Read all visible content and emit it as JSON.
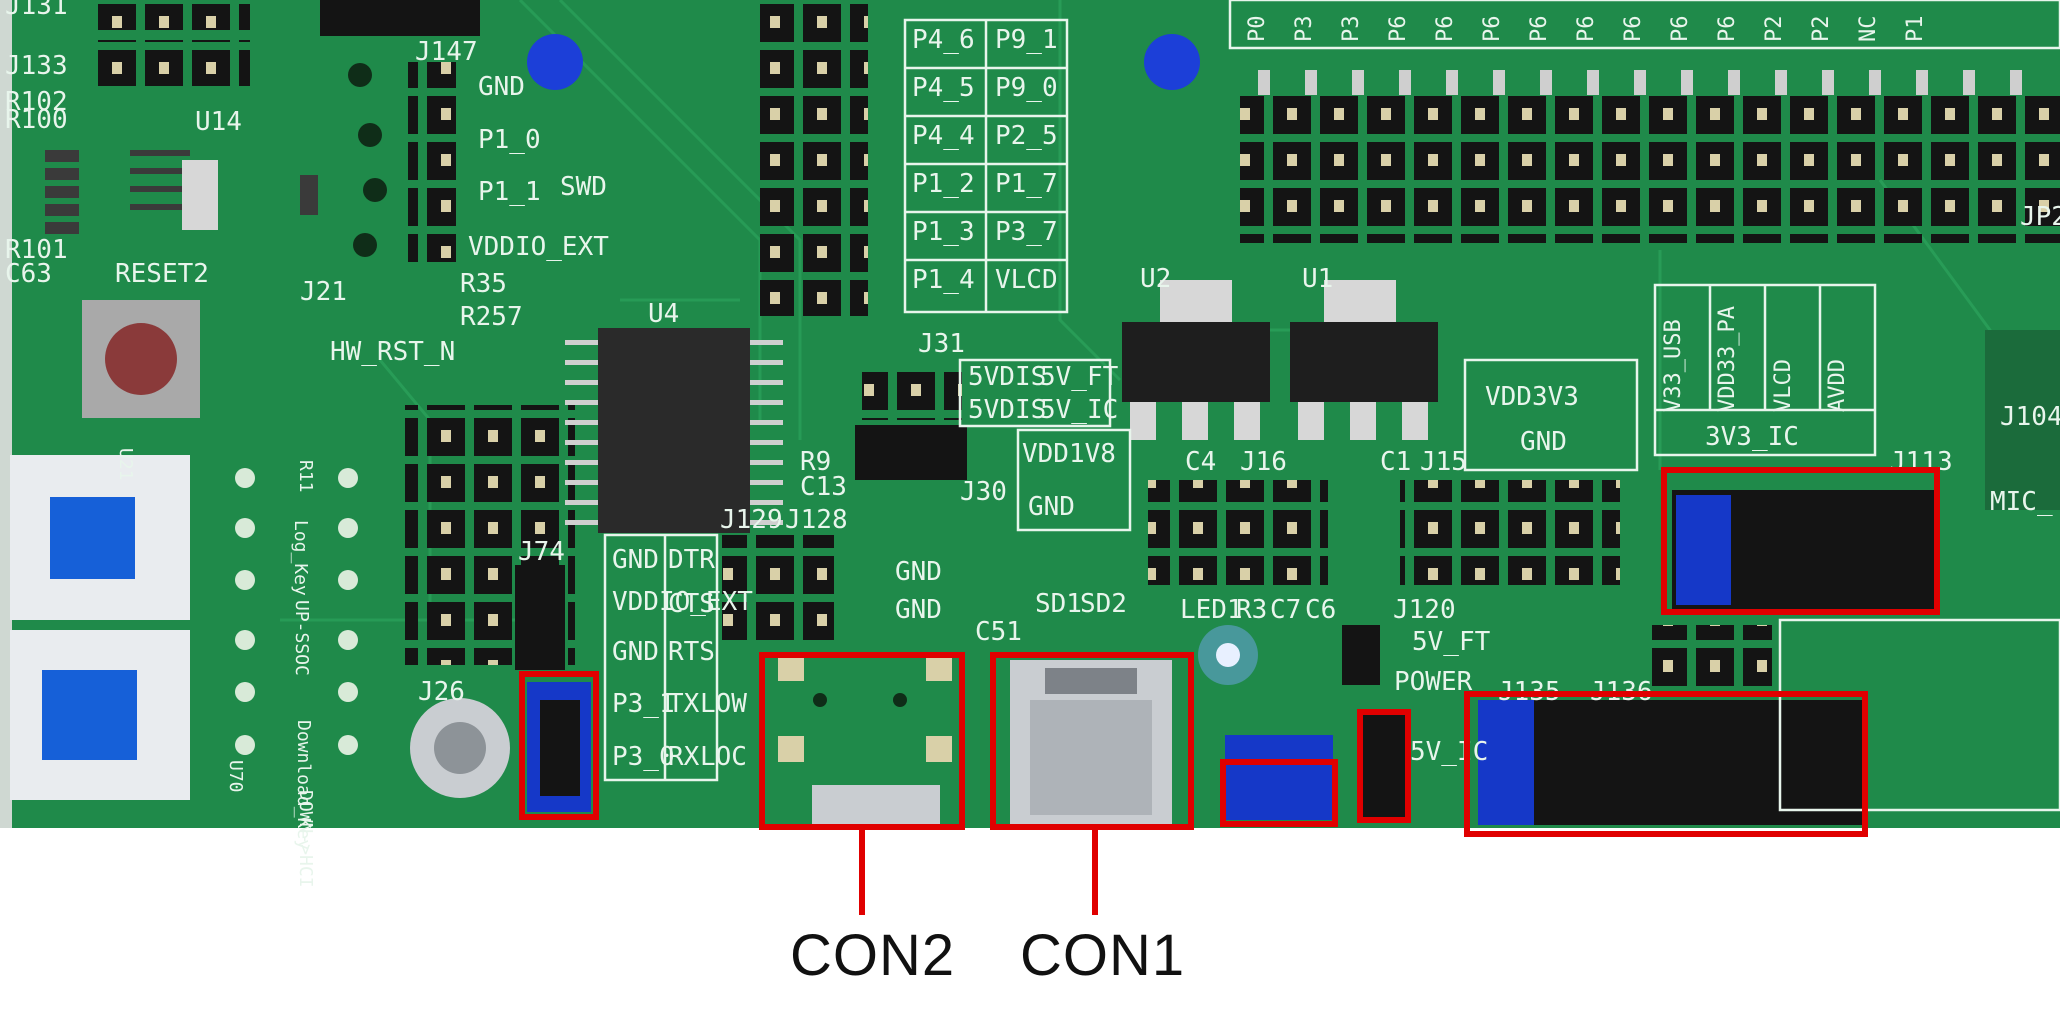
{
  "colors": {
    "pcb": "#1f8a4a",
    "pcb_dark": "#156c38",
    "trace": "#2aa05a",
    "silk": "#e8f5ec",
    "header_black": "#141414",
    "highlight_red": "#e00000",
    "blue_jumper": "#1538c8",
    "led_blue": "#7aa8ff",
    "button_blue": "#1660d8",
    "metal": "#c9cdd1"
  },
  "silkscreen": {
    "top_left": [
      "J131",
      "J133",
      "R102",
      "R100",
      "R101",
      "C63",
      "RESET2",
      "U14",
      "J147",
      "J21",
      "HW_RST_N"
    ],
    "swd": [
      "GND",
      "P1_0",
      "P1_1",
      "SWD",
      "VDDIO_EXT",
      "R35",
      "R257"
    ],
    "uart_block": [
      "GND",
      "DTR",
      "VDDIO_EXT",
      "CTS",
      "GND",
      "RTS",
      "P3_1",
      "TX",
      "LOW",
      "P3_0",
      "RX",
      "LOC",
      "J74",
      "J26"
    ],
    "pin_table": [
      "P4_6",
      "P9_1",
      "P4_5",
      "P9_0",
      "P4_4",
      "P2_5",
      "P1_2",
      "P1_7",
      "P1_3",
      "P3_7",
      "P1_4",
      "VLCD"
    ],
    "middle": [
      "U4",
      "J31",
      "5VDIS",
      "5V_FT",
      "5VDIS",
      "5V_IC",
      "J30",
      "R9",
      "C13",
      "J129",
      "J128",
      "GND",
      "GND",
      "U2",
      "U1",
      "VDD1V8",
      "C4",
      "J16",
      "GND",
      "C1",
      "J15",
      "VDD3V3",
      "GND",
      "LED1",
      "R3",
      "C7",
      "C6",
      "SD1",
      "SD2",
      "C51"
    ],
    "right": [
      "V33_USB",
      "VDD33_PA",
      "VLCD",
      "AVDD",
      "3V3_IC",
      "J113",
      "J104",
      "MIC_",
      "JP2",
      "J135",
      "J136",
      "J120",
      "5V_FT",
      "POWER",
      "5V_IC"
    ],
    "top_header": [
      "P0",
      "P3",
      "P3",
      "P6",
      "P6",
      "P6",
      "P6",
      "P6",
      "P6",
      "P6",
      "P6",
      "P2",
      "P2",
      "NC",
      "P1"
    ],
    "buttons_left": [
      "Log_Key",
      "UP-SSOC",
      "Download_Key",
      "DOWN->HCI",
      "U21",
      "U70",
      "R11"
    ]
  },
  "callouts": {
    "con2": "CON2",
    "con1": "CON1"
  }
}
